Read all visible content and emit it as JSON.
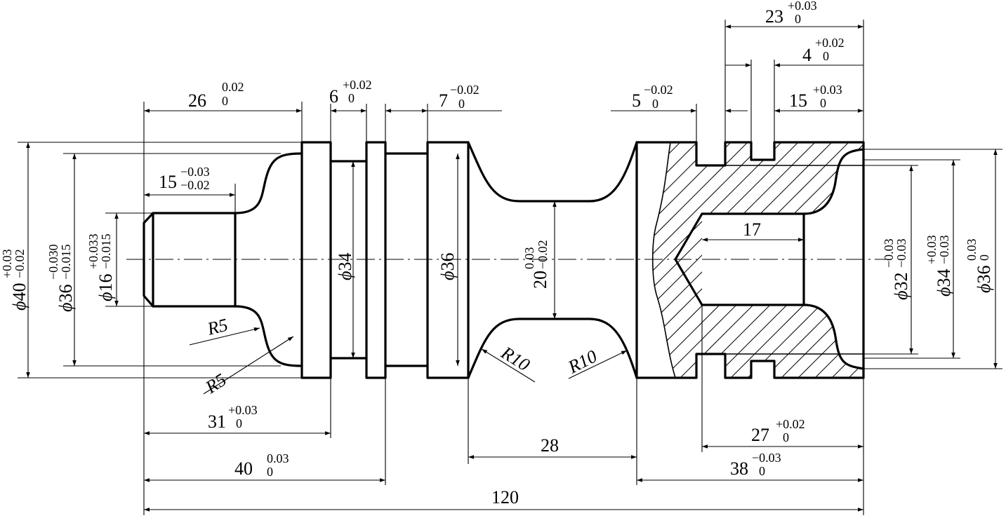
{
  "diagram": {
    "background_color": "#ffffff",
    "line_color": "#000000",
    "lengths": {
      "d26": {
        "nominal": "26",
        "upper": "0.02",
        "lower": "0"
      },
      "d6": {
        "nominal": "6",
        "upper": "+0.02",
        "lower": "0"
      },
      "d7": {
        "nominal": "7",
        "upper": "−0.02",
        "lower": "0"
      },
      "d5": {
        "nominal": "5",
        "upper": "−0.02",
        "lower": "0"
      },
      "d23": {
        "nominal": "23",
        "upper": "+0.03",
        "lower": "0"
      },
      "d4": {
        "nominal": "4",
        "upper": "+0.02",
        "lower": "0"
      },
      "d15b": {
        "nominal": "15",
        "upper": "+0.03",
        "lower": "0"
      },
      "d15a": {
        "nominal": "15",
        "upper": "−0.03",
        "lower": "−0.02"
      },
      "d17": {
        "nominal": "17"
      },
      "d31": {
        "nominal": "31",
        "upper": "+0.03",
        "lower": "0"
      },
      "d40": {
        "nominal": "40",
        "upper": "0.03",
        "lower": "0"
      },
      "d28": {
        "nominal": "28"
      },
      "d27": {
        "nominal": "27",
        "upper": "+0.02",
        "lower": "0"
      },
      "d38": {
        "nominal": "38",
        "upper": "−0.03",
        "lower": "0"
      },
      "d120": {
        "nominal": "120"
      },
      "d20": {
        "nominal": "20",
        "upper": "0.03",
        "lower": "−0.02"
      }
    },
    "diameters": {
      "phi_symbol": "ϕ",
      "phi40": {
        "nominal": "40",
        "upper": "+0.03",
        "lower": "−0.02"
      },
      "phi36a": {
        "nominal": "36",
        "upper": "−0.030",
        "lower": "−0.015"
      },
      "phi16": {
        "nominal": "16",
        "upper": "+0.033",
        "lower": "−0.015"
      },
      "phi34a": {
        "nominal": "34"
      },
      "phi36b": {
        "nominal": "36"
      },
      "phi32": {
        "nominal": "32",
        "upper": "−0.03",
        "lower": "−0.03"
      },
      "phi34b": {
        "nominal": "34",
        "upper": "+0.03",
        "lower": "−0.03"
      },
      "phi36c": {
        "nominal": "36",
        "upper": "0.03",
        "lower": "0"
      }
    },
    "radii": {
      "r5_upper": "R5",
      "r5_lower": "R5",
      "r10_left": "R10",
      "r10_right": "R10"
    }
  }
}
